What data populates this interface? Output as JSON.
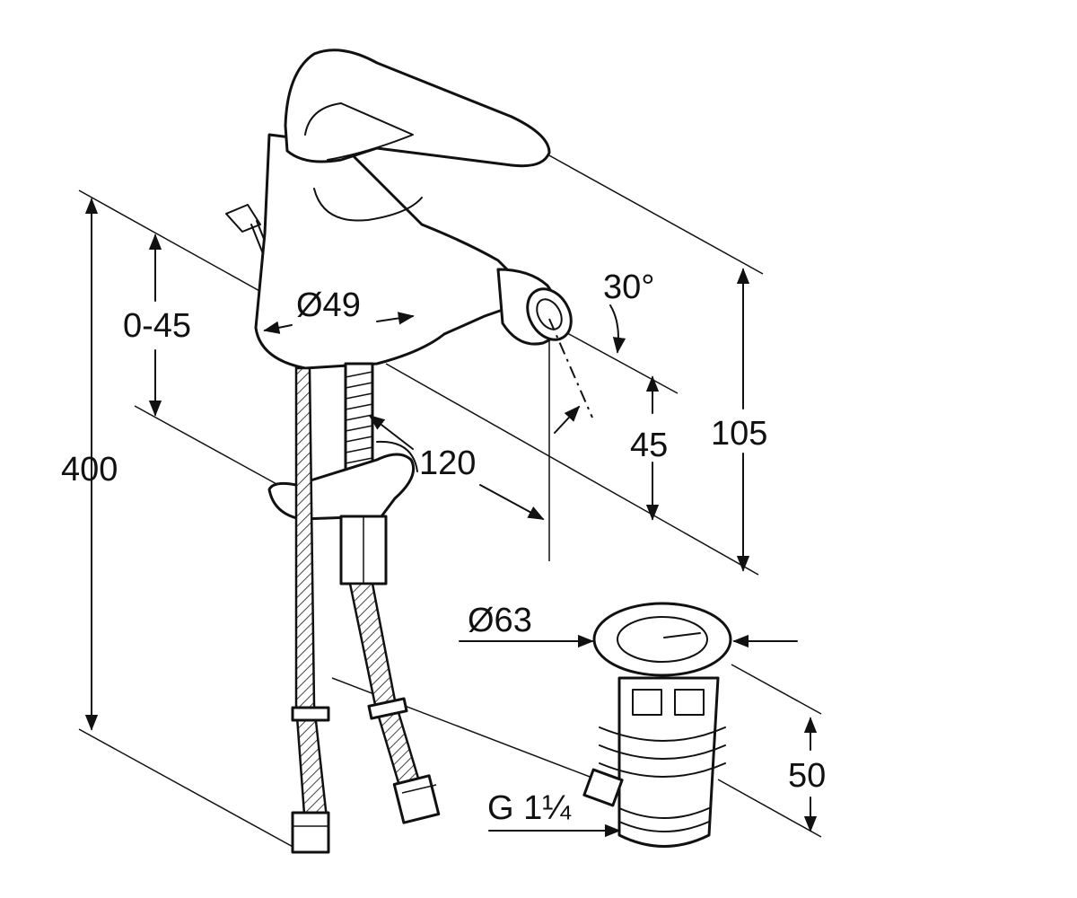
{
  "dimensions": {
    "total_height": "400",
    "adjust_range": "0-45",
    "body_diameter": "Ø49",
    "spout_reach": "120",
    "spray_angle": "30°",
    "spout_height": "45",
    "tap_height": "105",
    "waste_diameter": "Ø63",
    "waste_height": "50",
    "waste_thread": "G 1¼"
  },
  "colors": {
    "line": "#111111",
    "background": "#ffffff"
  }
}
